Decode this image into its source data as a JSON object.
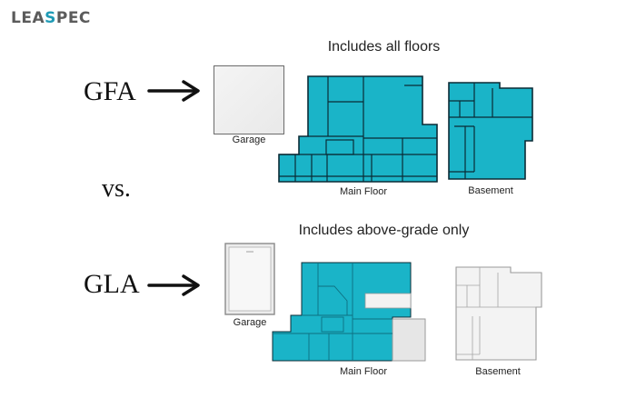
{
  "logo": {
    "text_start": "LEA",
    "text_accent": "S",
    "text_end": "PEC",
    "accent_color": "#1f9bb6"
  },
  "gfa": {
    "label": "GFA",
    "title": "Includes all floors",
    "garage_caption": "Garage",
    "main_floor_caption": "Main Floor",
    "basement_caption": "Basement"
  },
  "vs_label": "vs.",
  "gla": {
    "label": "GLA",
    "title": "Includes above-grade only",
    "garage_caption": "Garage",
    "main_floor_caption": "Main Floor",
    "basement_caption": "Basement"
  },
  "colors": {
    "floor_fill": "#1ab4c8",
    "floor_outline": "#0b2b36",
    "unshaded_fill": "#ececec"
  }
}
